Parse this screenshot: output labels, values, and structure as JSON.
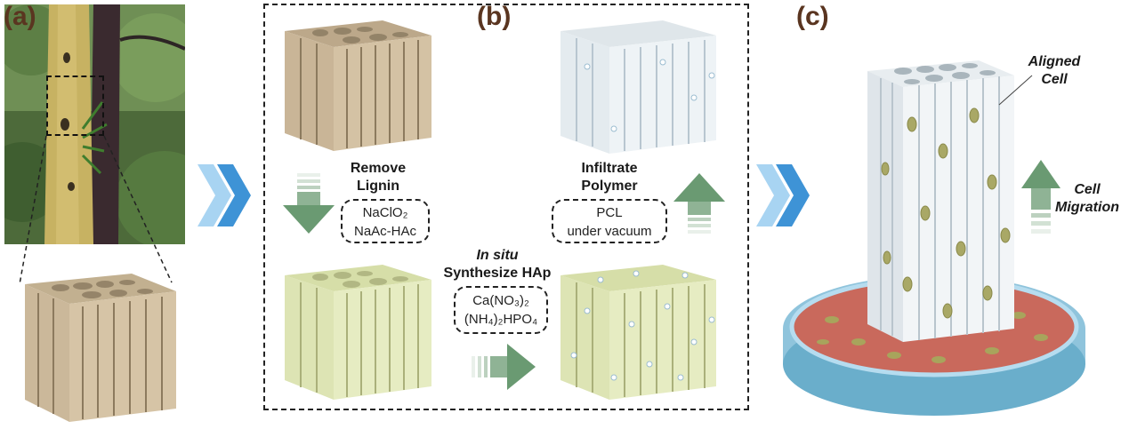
{
  "panels": {
    "a": "(a)",
    "b": "(b)",
    "c": "(c)"
  },
  "steps": {
    "remove_lignin": {
      "line1": "Remove",
      "line2": "Lignin",
      "reagent1": "NaClO₂",
      "reagent2": "NaAc-HAc"
    },
    "synthesize_hap": {
      "line1": "In situ",
      "line2": "Synthesize HAp",
      "reagent1": "Ca(NO₃)₂",
      "reagent2": "(NH₄)₂HPO₄"
    },
    "infiltrate_polymer": {
      "line1": "Infiltrate",
      "line2": "Polymer",
      "reagent1": "PCL",
      "reagent2": "under vacuum"
    }
  },
  "scaffold_labels": {
    "aligned_line1": "Aligned",
    "aligned_line2": "Cell",
    "migration_line1": "Cell",
    "migration_line2": "Migration"
  },
  "colors": {
    "panel_label": "#5a3520",
    "arrow_green": "#6a9a72",
    "chevron_blue": "#4aa3e0",
    "wood": "#cdb79a",
    "delignified": "#dfe6b8",
    "polymer": "#e6edf2",
    "dish_fluid": "#c9695c",
    "dish_rim": "#8fc4dc"
  }
}
